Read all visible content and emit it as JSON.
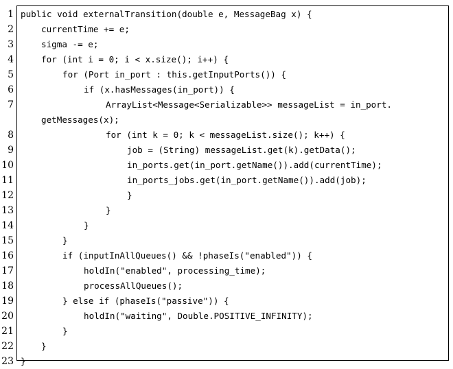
{
  "listing": {
    "lines": [
      {
        "number": "1",
        "text": "public void externalTransition(double e, MessageBag x) {"
      },
      {
        "number": "2",
        "text": "currentTime += e;"
      },
      {
        "number": "3",
        "text": "sigma -= e;"
      },
      {
        "number": "4",
        "text": "for (int i = 0; i < x.size(); i++) {"
      },
      {
        "number": "5",
        "text": "for (Port in_port : this.getInputPorts()) {"
      },
      {
        "number": "6",
        "text": "if (x.hasMessages(in_port)) {"
      },
      {
        "number": "7",
        "text": "ArrayList<Message<Serializable>> messageList = in_port."
      },
      {
        "number": "",
        "text": "getMessages(x);"
      },
      {
        "number": "8",
        "text": "for (int k = 0; k < messageList.size(); k++) {"
      },
      {
        "number": "9",
        "text": "job = (String) messageList.get(k).getData();"
      },
      {
        "number": "10",
        "text": "in_ports.get(in_port.getName()).add(currentTime);"
      },
      {
        "number": "11",
        "text": "in_ports_jobs.get(in_port.getName()).add(job);"
      },
      {
        "number": "12",
        "text": "}"
      },
      {
        "number": "13",
        "text": "}"
      },
      {
        "number": "14",
        "text": "}"
      },
      {
        "number": "15",
        "text": "}"
      },
      {
        "number": "16",
        "text": "if (inputInAllQueues() && !phaseIs(\"enabled\")) {"
      },
      {
        "number": "17",
        "text": "holdIn(\"enabled\", processing_time);"
      },
      {
        "number": "18",
        "text": "processAllQueues();"
      },
      {
        "number": "19",
        "text": "} else if (phaseIs(\"passive\")) {"
      },
      {
        "number": "20",
        "text": "holdIn(\"waiting\", Double.POSITIVE_INFINITY);"
      },
      {
        "number": "21",
        "text": "}"
      },
      {
        "number": "22",
        "text": "}"
      },
      {
        "number": "23",
        "text": "}"
      }
    ]
  }
}
